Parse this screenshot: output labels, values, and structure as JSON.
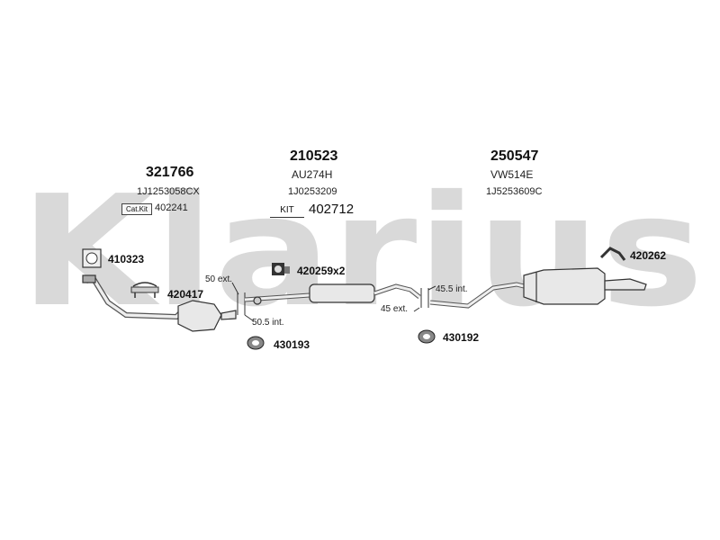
{
  "watermark": "Klarius",
  "groups": [
    {
      "part_number": "321766",
      "oem": "1J1253058CX"
    },
    {
      "part_number": "210523",
      "ref": "AU274H",
      "oem": "1J0253209"
    },
    {
      "part_number": "250547",
      "ref": "VW514E",
      "oem": "1J5253609C"
    }
  ],
  "catkit": {
    "tag": "Cat.Kit",
    "code": "402241"
  },
  "kit": {
    "tag": "KIT",
    "code": "402712"
  },
  "parts": {
    "gasket": "410323",
    "clamp_front": "420417",
    "bracket_mid": "420259x2",
    "hanger_rear": "420262",
    "mount_front": "430193",
    "mount_mid": "430192"
  },
  "joints": {
    "j1_ext": "50 ext.",
    "j1_int": "50.5 int.",
    "j2_int": "45.5 int.",
    "j2_ext": "45 ext."
  },
  "colors": {
    "watermark": "#d8d8d8",
    "line": "#333333",
    "fill": "#e8e8e8"
  }
}
